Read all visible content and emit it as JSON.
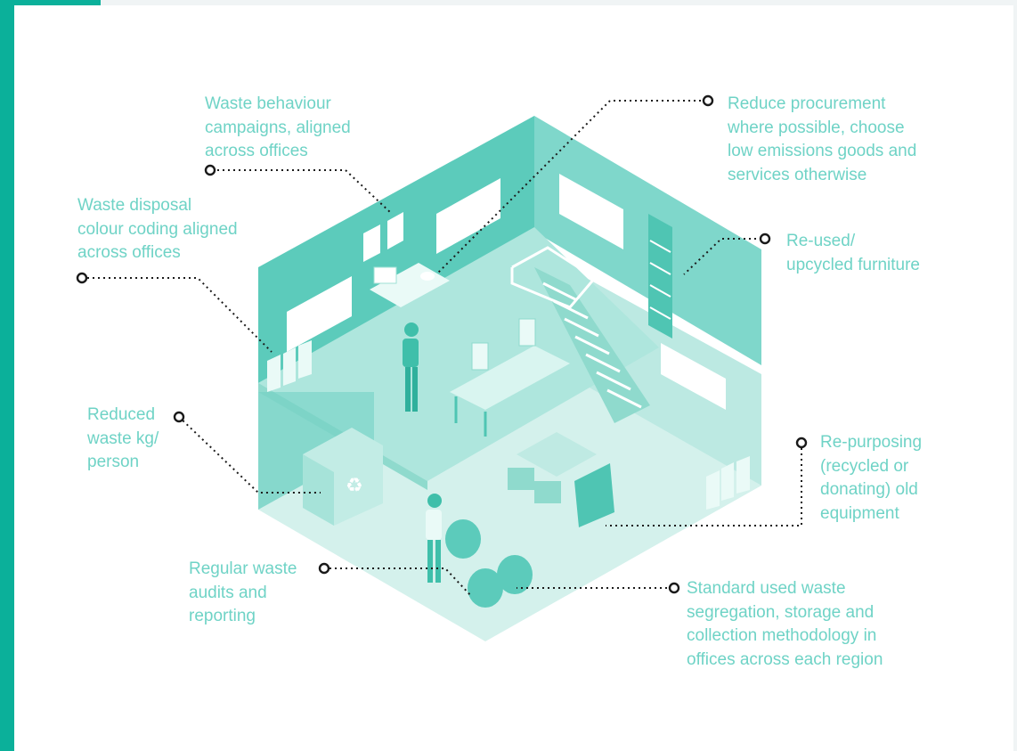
{
  "labels": {
    "waste_behaviour": "Waste behaviour\ncampaigns, aligned\nacross offices",
    "waste_disposal": "Waste disposal\ncolour coding aligned\nacross offices",
    "reduce_procurement": "Reduce procurement\nwhere possible, choose\nlow emissions goods and\nservices otherwise",
    "reused_furniture": "Re-used/\nupcycled furniture",
    "reduced_waste": "Reduced\nwaste kg/\nperson",
    "repurposing": "Re-purposing\n(recycled or\ndonating) old\nequipment",
    "regular_audits": "Regular waste\naudits and\nreporting",
    "standard_waste": "Standard used waste\nsegregation, storage and\ncollection methodology in\noffices across each region"
  },
  "colors": {
    "accent": "#0bb09a",
    "label_text": "#6fd3c6",
    "wall_dark": "#5ccbbb",
    "wall_mid": "#7fd7cb",
    "floor_light": "#d4f1ec",
    "leader_dots": "#1a1a1a"
  },
  "icons": [
    "recycle-icon",
    "person-icon",
    "bin-icon",
    "waste-bag-icon",
    "monitor-icon",
    "printer-icon",
    "staircase-icon",
    "shelf-icon"
  ]
}
